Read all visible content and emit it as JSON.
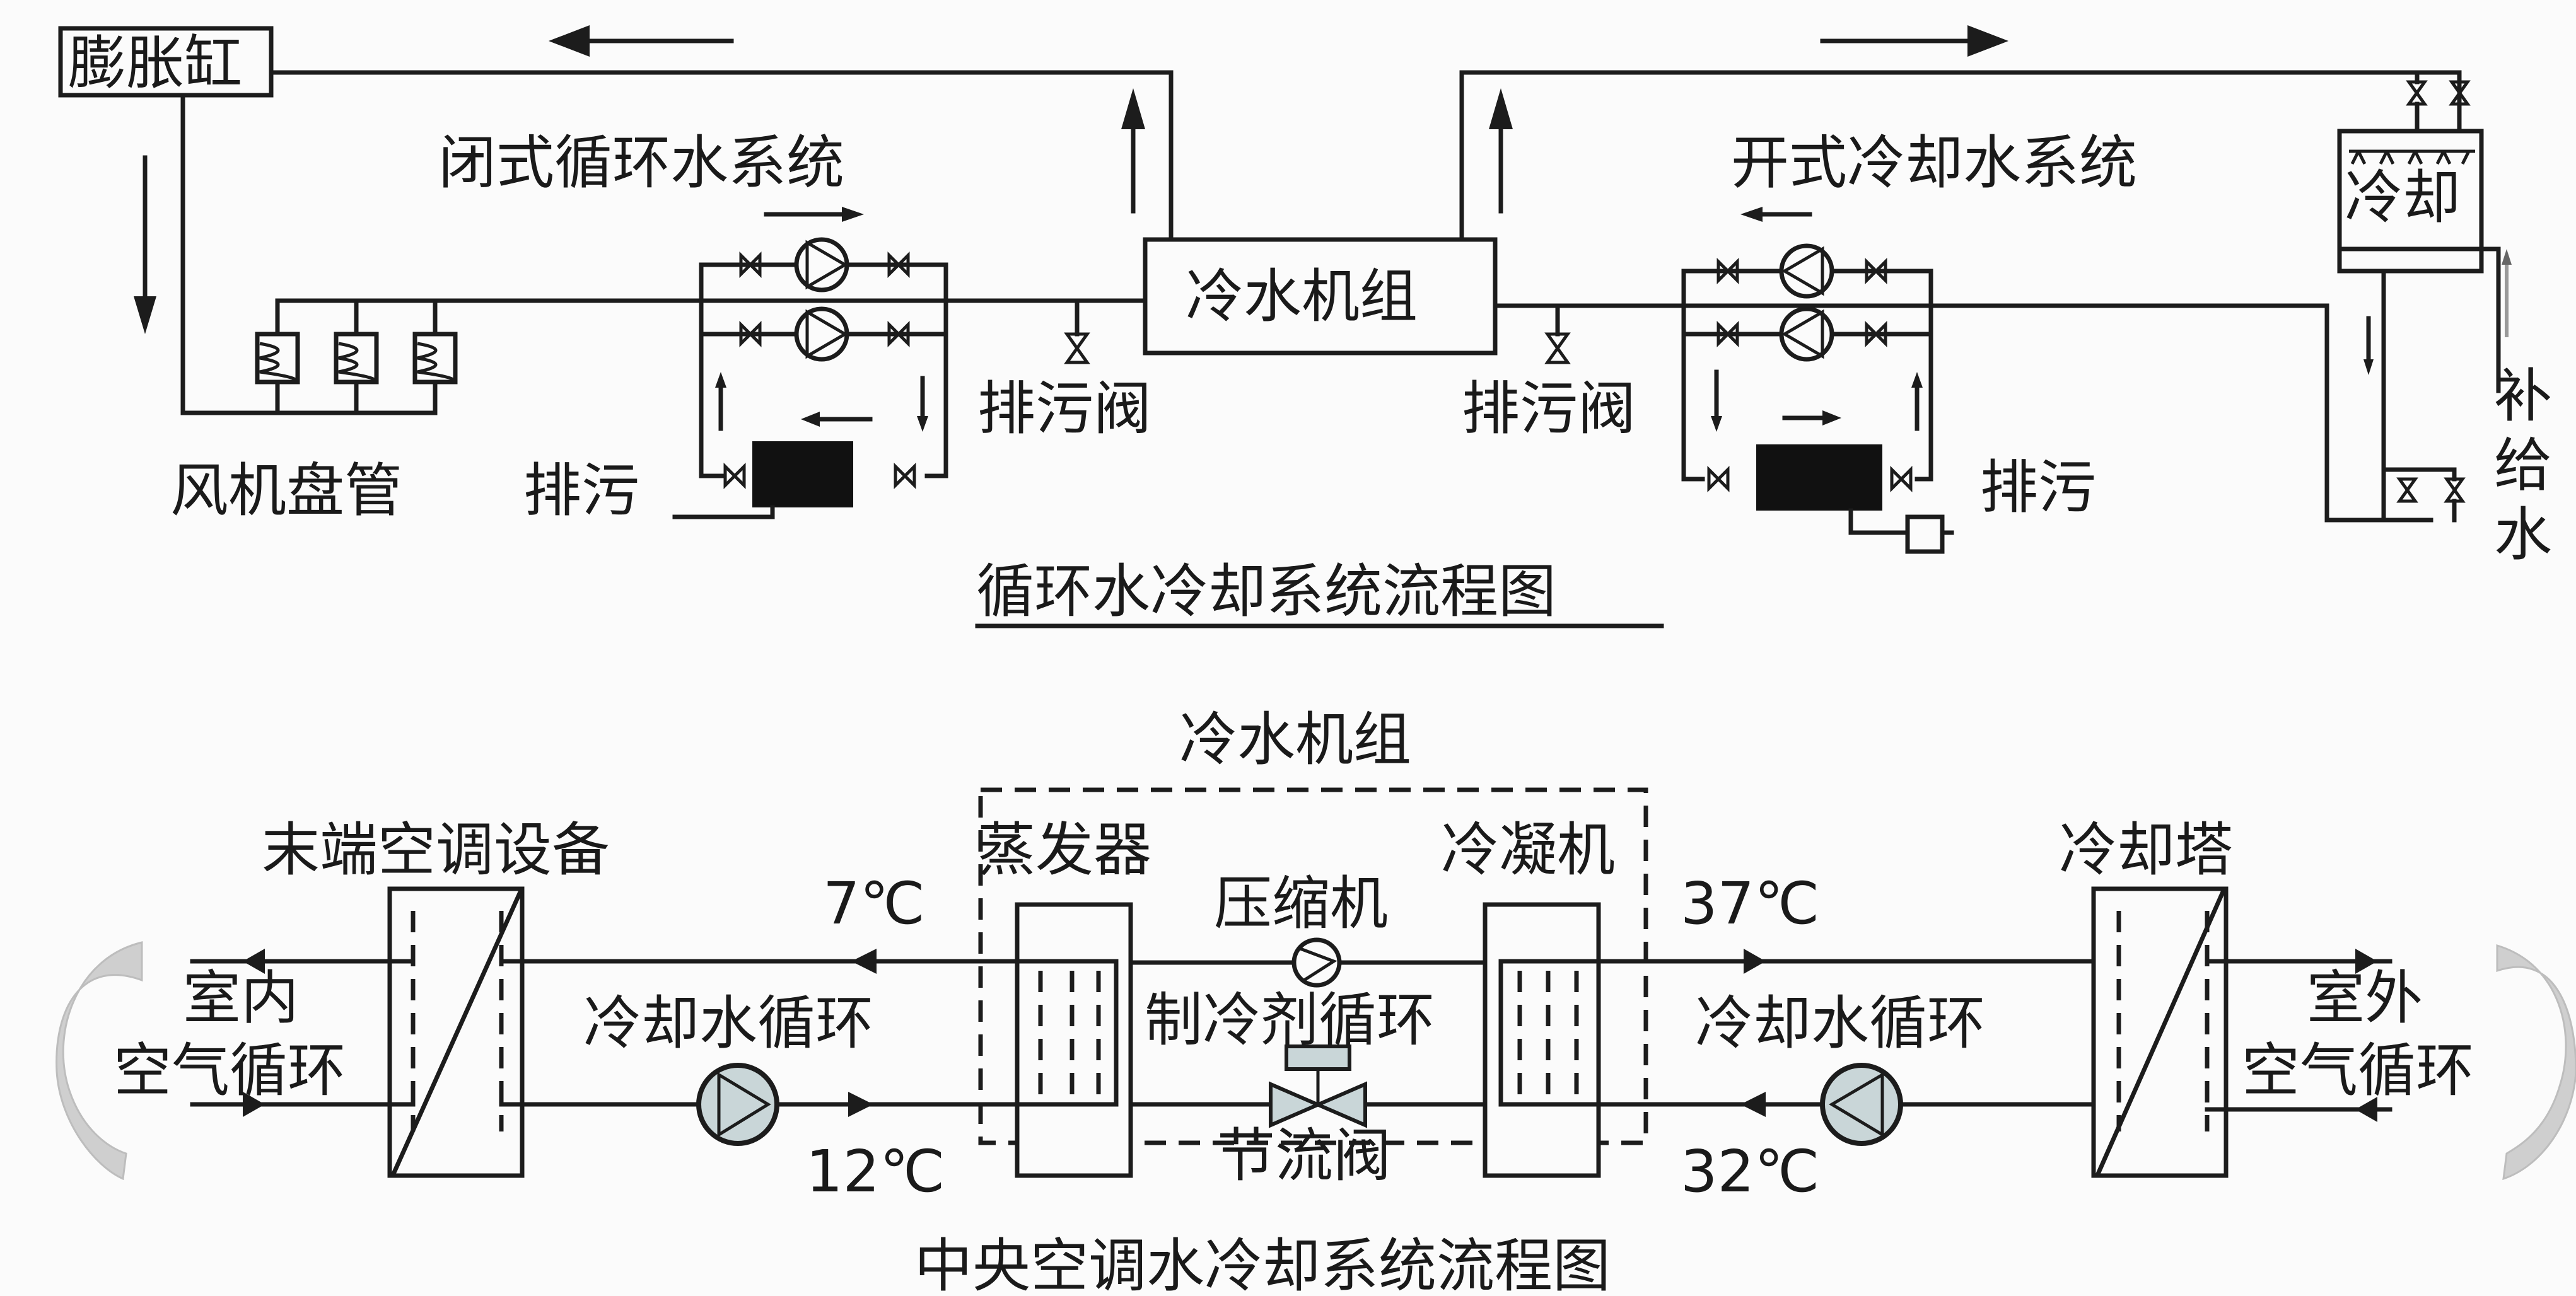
{
  "top_diagram": {
    "title": "循环水冷却系统流程图",
    "expansion_tank": "膨胀缸",
    "closed_system_label": "闭式循环水系统",
    "open_system_label": "开式冷却水系统",
    "chiller": "冷水机组",
    "fan_coil": "风机盘管",
    "drain_left": "排污",
    "drain_valve_left": "排污阀",
    "drain_valve_right": "排污阀",
    "drain_right": "排污",
    "cooling_tower": "冷却",
    "makeup_water": [
      "补",
      "给",
      "水"
    ]
  },
  "bottom_diagram": {
    "title": "中央空调水冷却系统流程图",
    "chiller_group": "冷水机组",
    "terminal_equipment": "末端空调设备",
    "evaporator": "蒸发器",
    "condenser": "冷凝机",
    "cooling_tower": "冷却塔",
    "compressor": "压缩机",
    "refrigerant_cycle": "制冷剂循环",
    "throttle_valve": "节流阀",
    "left_water_cycle": "冷却水循环",
    "right_water_cycle": "冷却水循环",
    "indoor_air": [
      "室内",
      "空气循环"
    ],
    "outdoor_air": [
      "室外",
      "空气循环"
    ],
    "temp_supply_chilled": "7℃",
    "temp_return_chilled": "12℃",
    "temp_out_condenser": "37℃",
    "temp_in_condenser": "32℃"
  },
  "colors": {
    "line": "#1c1c1c",
    "pump_fill": "#c9d6d8",
    "air_arrow": "#c8c8c8",
    "background": "#fbfbfb"
  }
}
